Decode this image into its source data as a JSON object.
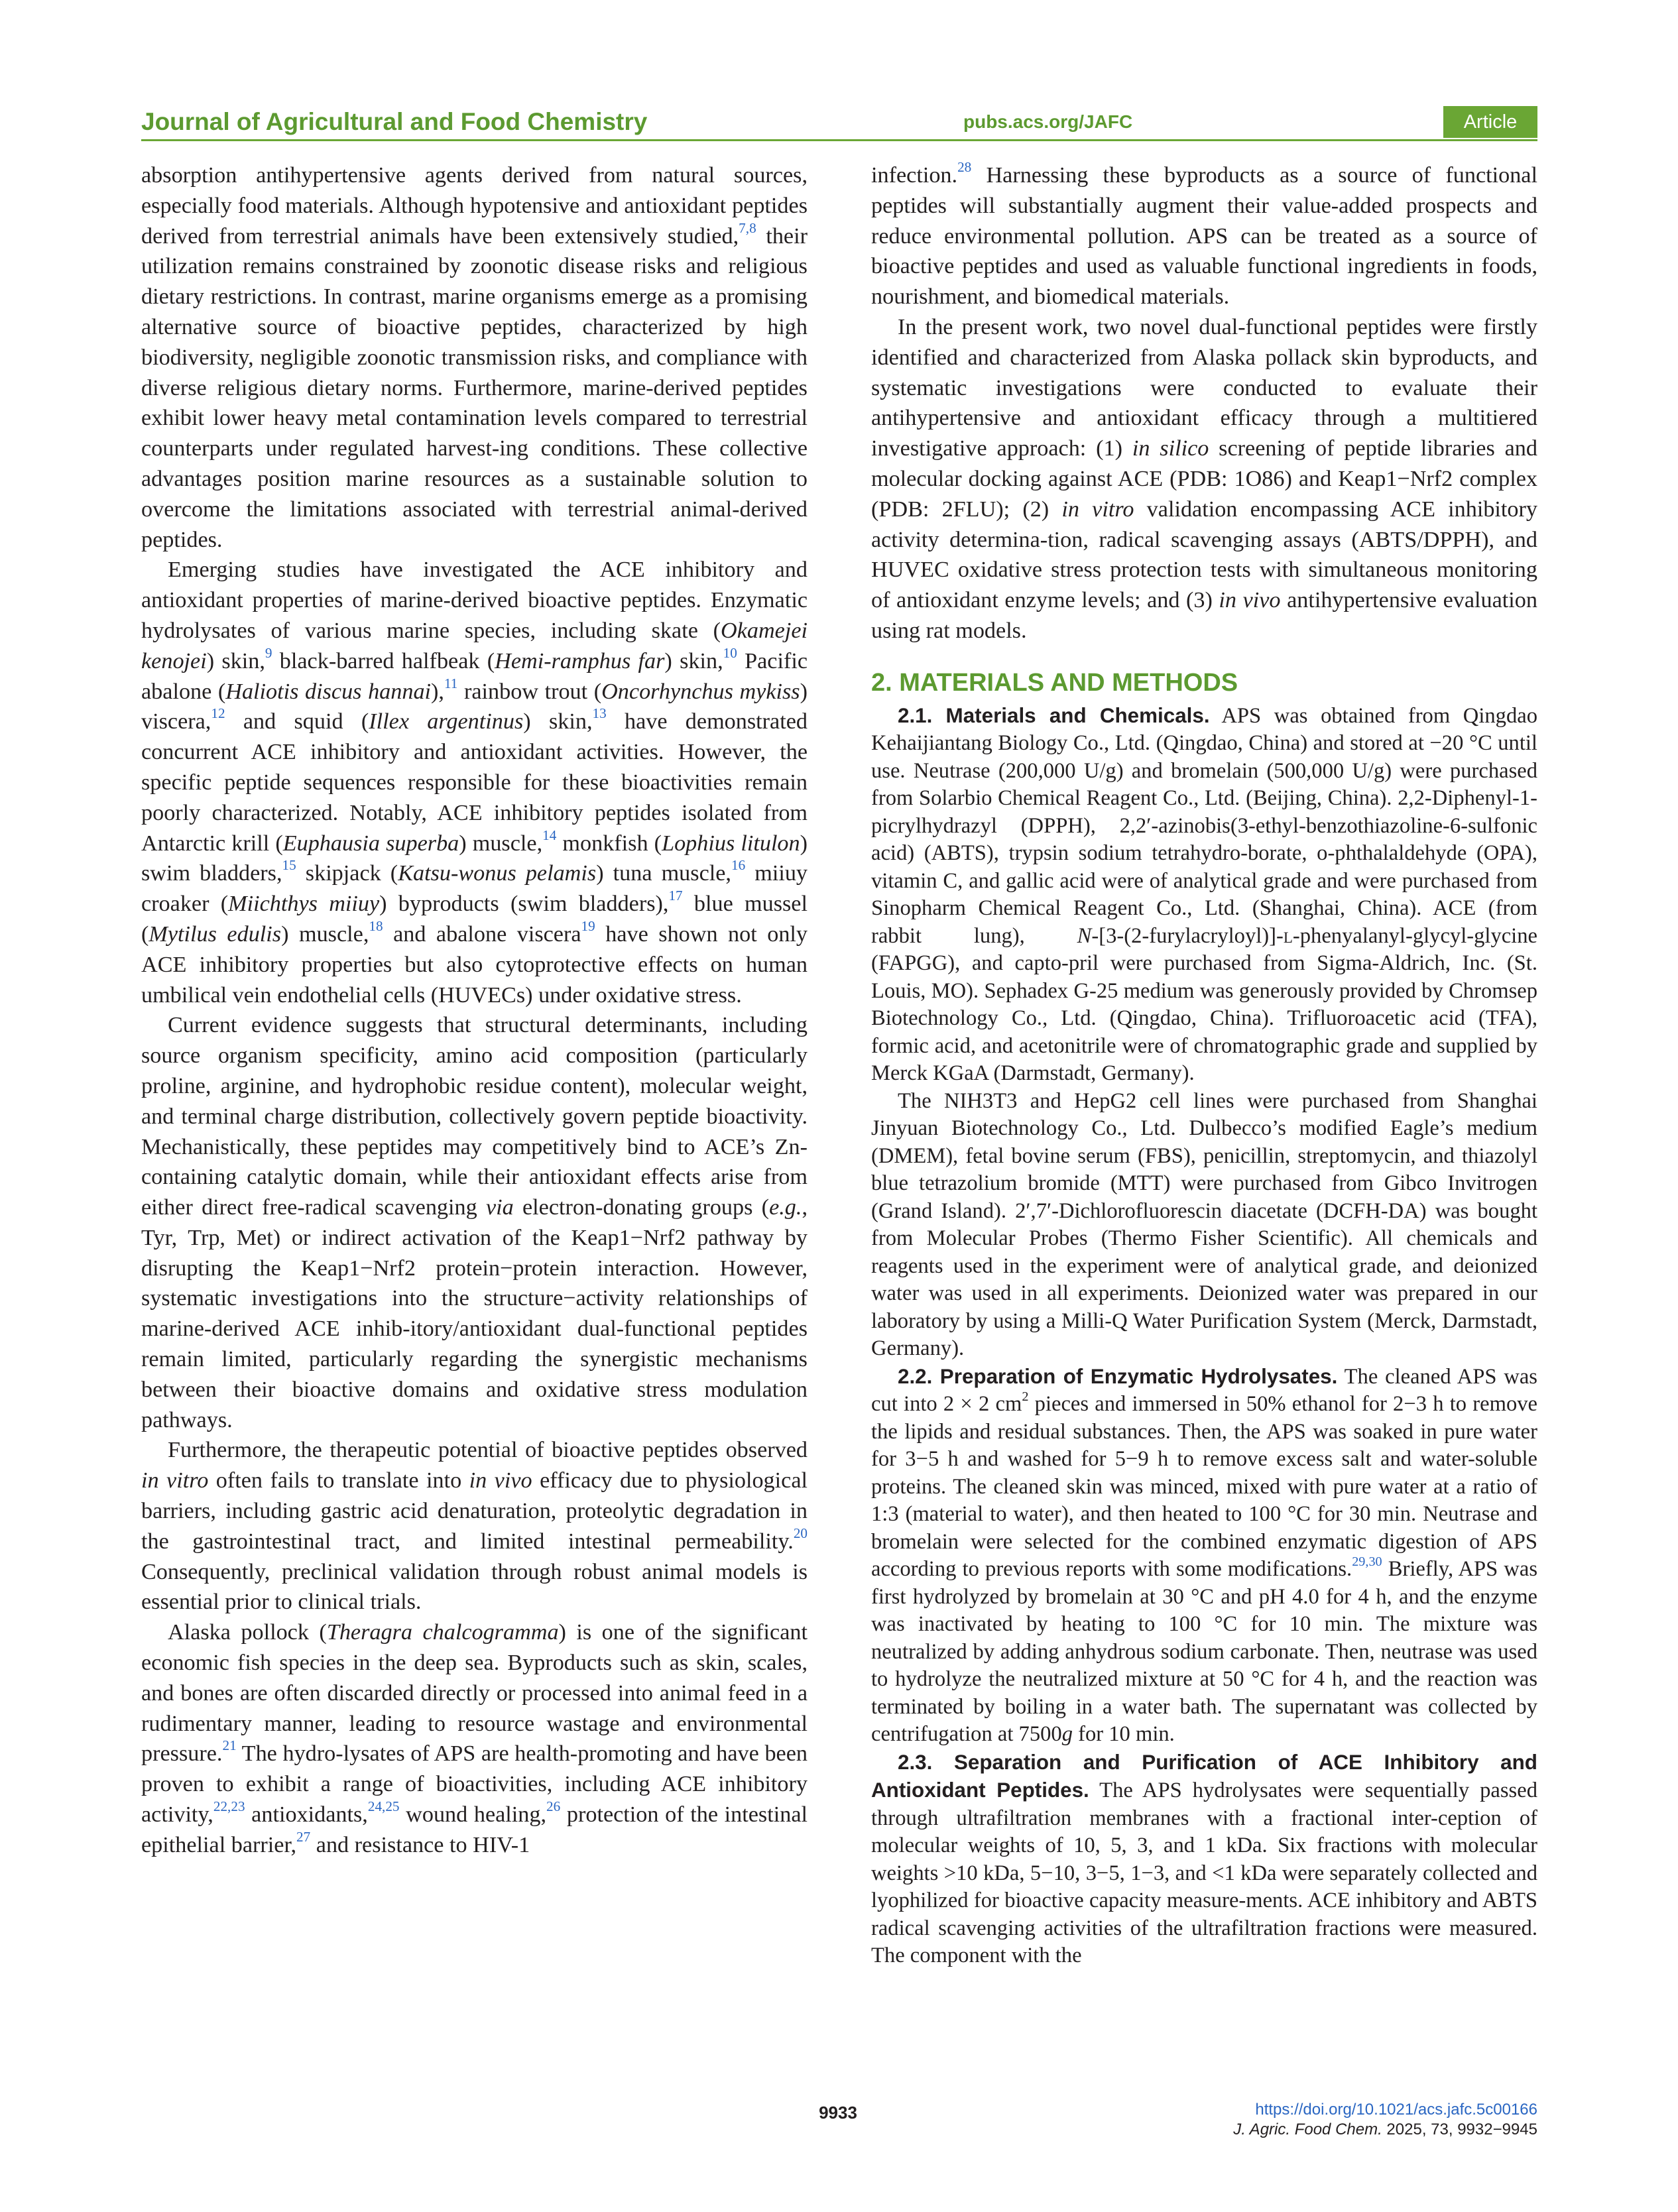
{
  "header": {
    "journal": "Journal of Agricultural and Food Chemistry",
    "url": "pubs.acs.org/JAFC",
    "badge": "Article"
  },
  "left_column": {
    "p1": {
      "a": "absorption antihypertensive agents derived from natural sources, especially food materials. Although hypotensive and antioxidant peptides derived from terrestrial animals have been extensively studied,",
      "r1": "7,8",
      "b": " their utilization remains constrained by zoonotic disease risks and religious dietary restrictions. In contrast, marine organisms emerge as a promising alternative source of bioactive peptides, characterized by high biodiversity, negligible zoonotic transmission risks, and compliance with diverse religious dietary norms. Furthermore, marine-derived peptides exhibit lower heavy metal contamination levels compared to terrestrial counterparts under regulated harvest-ing conditions. These collective advantages position marine resources as a sustainable solution to overcome the limitations associated with terrestrial animal-derived peptides."
    },
    "p2": {
      "t1": "Emerging studies have investigated the ACE inhibitory and antioxidant properties of marine-derived bioactive peptides. Enzymatic hydrolysates of various marine species, including skate (",
      "i1": "Okamejei kenojei",
      "t2": ") skin,",
      "r1": "9",
      "t3": " black-barred halfbeak (",
      "i2": "Hemi-ramphus far",
      "t4": ") skin,",
      "r2": "10",
      "t5": " Pacific abalone (",
      "i3": "Haliotis discus hannai",
      "t6": "),",
      "r3": "11",
      "t7": " rainbow trout (",
      "i4": "Oncorhynchus mykiss",
      "t8": ") viscera,",
      "r4": "12",
      "t9": " and squid (",
      "i5": "Illex argentinus",
      "t10": ") skin,",
      "r5": "13",
      "t11": " have demonstrated concurrent ACE inhibitory and antioxidant activities. However, the specific peptide sequences responsible for these bioactivities remain poorly characterized. Notably, ACE inhibitory peptides isolated from Antarctic krill (",
      "i6": "Euphausia superba",
      "t12": ") muscle,",
      "r6": "14",
      "t13": " monkfish (",
      "i7": "Lophius litulon",
      "t14": ") swim bladders,",
      "r7": "15",
      "t15": " skipjack (",
      "i8": "Katsu-wonus pelamis",
      "t16": ") tuna muscle,",
      "r8": "16",
      "t17": " miiuy croaker (",
      "i9": "Miichthys miiuy",
      "t18": ") byproducts (swim bladders),",
      "r9": "17",
      "t19": " blue mussel (",
      "i10": "Mytilus edulis",
      "t20": ") muscle,",
      "r10": "18",
      "t21": " and abalone viscera",
      "r11": "19",
      "t22": " have shown not only ACE inhibitory properties but also cytoprotective effects on human umbilical vein endothelial cells (HUVECs) under oxidative stress."
    },
    "p3": {
      "t1": "Current evidence suggests that structural determinants, including source organism specificity, amino acid composition (particularly proline, arginine, and hydrophobic residue content), molecular weight, and terminal charge distribution, collectively govern peptide bioactivity. Mechanistically, these peptides may competitively bind to ACE’s Zn-containing catalytic domain, while their antioxidant effects arise from either direct free-radical scavenging ",
      "i1": "via",
      "t2": " electron-donating groups (",
      "i2": "e.g.",
      "t3": ", Tyr, Trp, Met) or indirect activation of the Keap1−Nrf2 pathway by disrupting the Keap1−Nrf2 protein−protein interaction. However, systematic investigations into the structure−activity relationships of marine-derived ACE inhib-itory/antioxidant dual-functional peptides remain limited, particularly regarding the synergistic mechanisms between their bioactive domains and oxidative stress modulation pathways."
    },
    "p4": {
      "t1": "Furthermore, the therapeutic potential of bioactive peptides observed ",
      "i1": "in vitro",
      "t2": " often fails to translate into ",
      "i2": "in vivo",
      "t3": " efficacy due to physiological barriers, including gastric acid denaturation, proteolytic degradation in the gastrointestinal tract, and limited intestinal permeability.",
      "r1": "20",
      "t4": " Consequently, preclinical validation through robust animal models is essential prior to clinical trials."
    },
    "p5": {
      "t1": "Alaska pollock (",
      "i1": "Theragra chalcogramma",
      "t2": ") is one of the significant economic fish species in the deep sea. Byproducts such as skin, scales, and bones are often discarded directly or processed into animal feed in a rudimentary manner, leading to resource wastage and environmental pressure.",
      "r1": "21",
      "t3": " The hydro-lysates of APS are health-promoting and have been proven to exhibit a range of bioactivities, including ACE inhibitory activity,",
      "r2": "22,23",
      "t4": " antioxidants,",
      "r3": "24,25",
      "t5": " wound healing,",
      "r4": "26",
      "t6": " protection of the intestinal epithelial barrier,",
      "r5": "27",
      "t7": " and resistance to HIV-1"
    }
  },
  "right_column": {
    "p1": {
      "t1": "infection.",
      "r1": "28",
      "t2": " Harnessing these byproducts as a source of functional peptides will substantially augment their value-added prospects and reduce environmental pollution. APS can be treated as a source of bioactive peptides and used as valuable functional ingredients in foods, nourishment, and biomedical materials."
    },
    "p2": {
      "t1": "In the present work, two novel dual-functional peptides were firstly identified and characterized from Alaska pollack skin byproducts, and systematic investigations were conducted to evaluate their antihypertensive and antioxidant efficacy through a multitiered investigative approach: (1) ",
      "i1": "in silico",
      "t2": " screening of peptide libraries and molecular docking against ACE (PDB: 1O86) and Keap1−Nrf2 complex (PDB: 2FLU); (2) ",
      "i2": "in vitro",
      "t3": " validation encompassing ACE inhibitory activity determina-tion, radical scavenging assays (ABTS/DPPH), and HUVEC oxidative stress protection tests with simultaneous monitoring of antioxidant enzyme levels; and (3) ",
      "i3": "in vivo",
      "t4": " antihypertensive evaluation using rat models."
    },
    "section_heading": "2. MATERIALS AND METHODS",
    "s21": {
      "heading": "2.1. Materials and Chemicals.",
      "t1": " APS was obtained from Qingdao Kehaijiantang Biology Co., Ltd. (Qingdao, China) and stored at −20 °C until use. Neutrase (200,000 U/g) and bromelain (500,000 U/g) were purchased from Solarbio Chemical Reagent Co., Ltd. (Beijing, China). 2,2-Diphenyl-1-picrylhydrazyl (DPPH), 2,2′-azinobis(3-ethyl-benzothiazoline-6-sulfonic acid) (ABTS), trypsin sodium tetrahydro-borate, o-phthalaldehyde (OPA), vitamin C, and gallic acid were of analytical grade and were purchased from Sinopharm Chemical Reagent Co., Ltd. (Shanghai, China). ACE (from rabbit lung), ",
      "i1": "N",
      "t2": "-[3-(2-furylacryloyl)]-",
      "sc1": "l",
      "t3": "-phenyalanyl-glycyl-glycine (FAPGG), and capto-pril were purchased from Sigma-Aldrich, Inc. (St. Louis, MO). Sephadex G-25 medium was generously provided by Chromsep Biotechnology Co., Ltd. (Qingdao, China). Trifluoroacetic acid (TFA), formic acid, and acetonitrile were of chromatographic grade and supplied by Merck KGaA (Darmstadt, Germany)."
    },
    "s21b": "The NIH3T3 and HepG2 cell lines were purchased from Shanghai Jinyuan Biotechnology Co., Ltd. Dulbecco’s modified Eagle’s medium (DMEM), fetal bovine serum (FBS), penicillin, streptomycin, and thiazolyl blue tetrazolium bromide (MTT) were purchased from Gibco Invitrogen (Grand Island). 2′,7′-Dichlorofluorescin diacetate (DCFH-DA) was bought from Molecular Probes (Thermo Fisher Scientific). All chemicals and reagents used in the experiment were of analytical grade, and deionized water was used in all experiments. Deionized water was prepared in our laboratory by using a Milli-Q Water Purification System (Merck, Darmstadt, Germany).",
    "s22": {
      "heading": "2.2. Preparation of Enzymatic Hydrolysates.",
      "t1": " The cleaned APS was cut into 2 × 2 cm",
      "sup1": "2",
      "t2": " pieces and immersed in 50% ethanol for 2−3 h to remove the lipids and residual substances. Then, the APS was soaked in pure water for 3−5 h and washed for 5−9 h to remove excess salt and water-soluble proteins. The cleaned skin was minced, mixed with pure water at a ratio of 1:3 (material to water), and then heated to 100 °C for 30 min. Neutrase and bromelain were selected for the combined enzymatic digestion of APS according to previous reports with some modifications.",
      "r1": "29,30",
      "t3": " Briefly, APS was first hydrolyzed by bromelain at 30 °C and pH 4.0 for 4 h, and the enzyme was inactivated by heating to 100 °C for 10 min. The mixture was neutralized by adding anhydrous sodium carbonate. Then, neutrase was used to hydrolyze the neutralized mixture at 50 °C for 4 h, and the reaction was terminated by boiling in a water bath. The supernatant was collected by centrifugation at 7500",
      "i1": "g",
      "t4": " for 10 min."
    },
    "s23": {
      "heading": "2.3. Separation and Purification of ACE Inhibitory and Antioxidant Peptides.",
      "t1": " The APS hydrolysates were sequentially passed through ultrafiltration membranes with a fractional inter-ception of molecular weights of 10, 5, 3, and 1 kDa. Six fractions with molecular weights >10 kDa, 5−10, 3−5, 1−3, and <1 kDa were separately collected and lyophilized for bioactive capacity measure-ments. ACE inhibitory and ABTS radical scavenging activities of the ultrafiltration fractions were measured. The component with the"
    }
  },
  "footer": {
    "page_number": "9933",
    "doi": "https://doi.org/10.1021/acs.jafc.5c00166",
    "journal_abbrev": "J. Agric. Food Chem.",
    "citation": " 2025, 73, 9932−9945"
  }
}
